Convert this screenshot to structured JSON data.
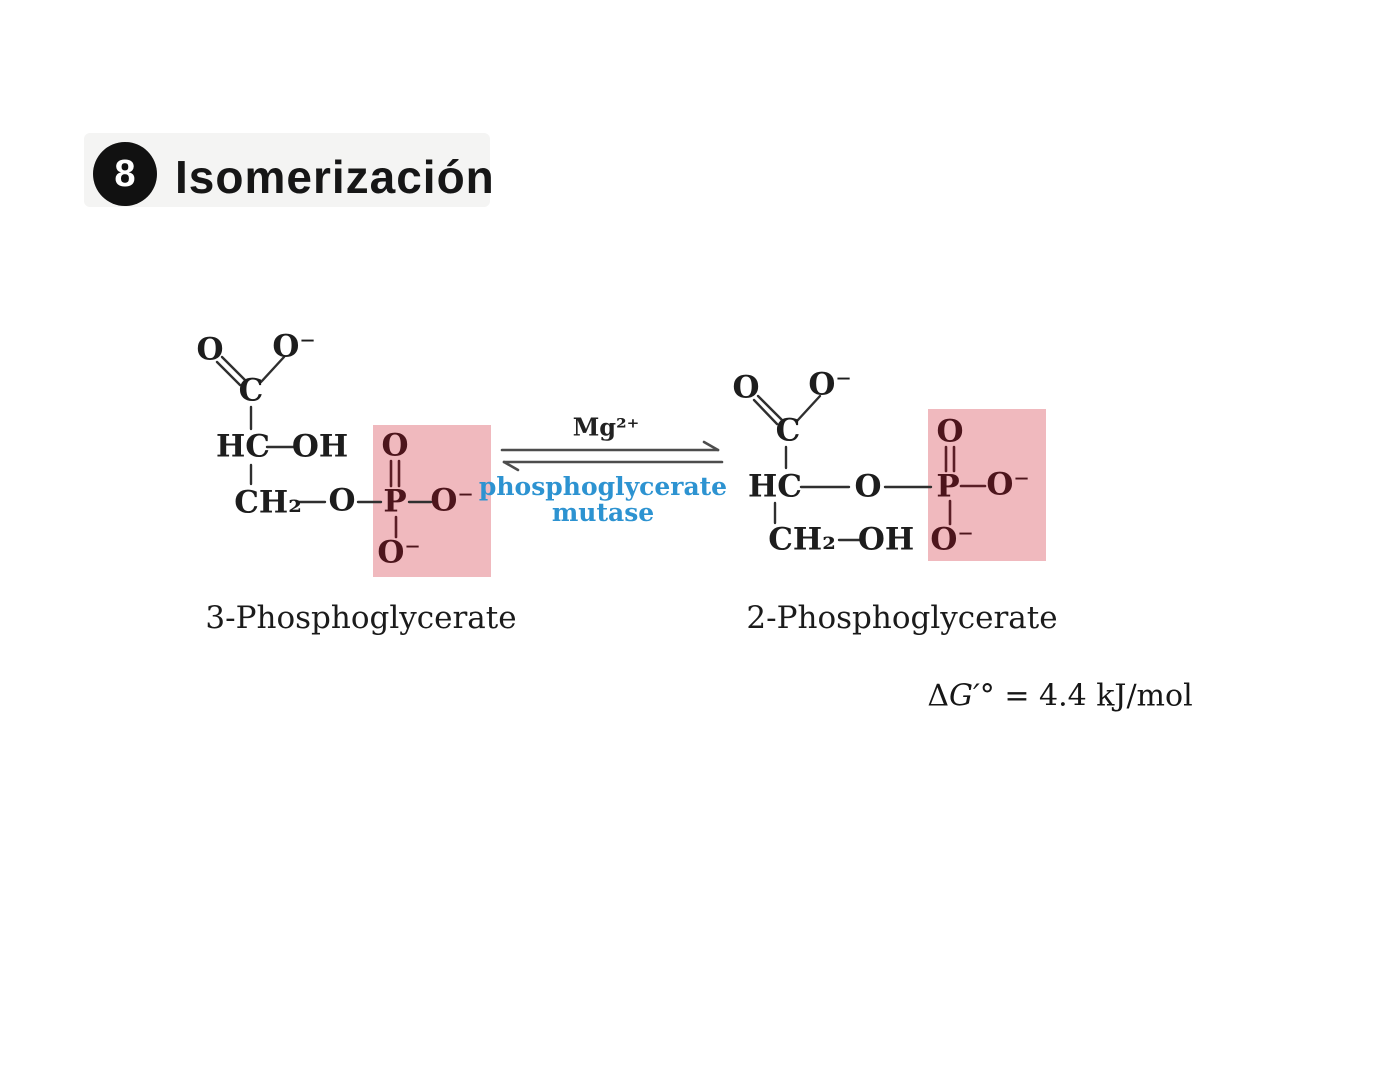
{
  "header": {
    "step_number": "8",
    "title": "Isomerización"
  },
  "reaction": {
    "cofactor": "Mg²⁺",
    "enzyme_line1": "phosphoglycerate",
    "enzyme_line2": "mutase",
    "delta_g": {
      "delta": "Δ",
      "g_symbol": "G′°",
      "value": " = 4.4 kJ/mol"
    }
  },
  "left_molecule": {
    "name": "3-Phosphoglycerate",
    "atoms": {
      "carbonyl_o": "O",
      "carboxylate_o": "O⁻",
      "c1": "C",
      "hc": "HC",
      "oh": "OH",
      "ch2": "CH₂",
      "ester_o": "O",
      "p": "P",
      "po_right": "O⁻",
      "po_top": "O",
      "po_bottom": "O⁻"
    }
  },
  "right_molecule": {
    "name": "2-Phosphoglycerate",
    "atoms": {
      "carbonyl_o": "O",
      "carboxylate_o": "O⁻",
      "c1": "C",
      "hc": "HC",
      "ester_o": "O",
      "p": "P",
      "po_right": "O⁻",
      "po_top": "O",
      "po_bottom": "O⁻",
      "ch2": "CH₂",
      "oh": "OH"
    }
  },
  "colors": {
    "highlight_pink": "#f0b9be",
    "phosphate_maroon": "#4d151c",
    "enzyme_blue": "#2d93d1",
    "bond_black": "#2f2f2f"
  }
}
